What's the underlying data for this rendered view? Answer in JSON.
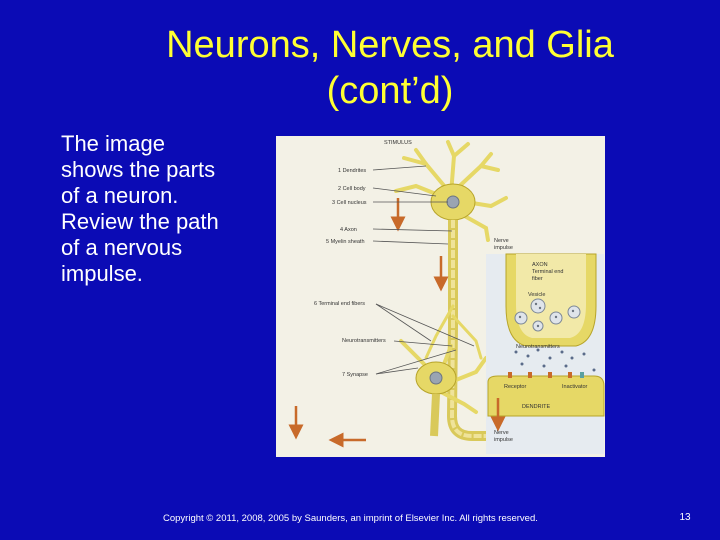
{
  "slide": {
    "title_line1": "Neurons, Nerves, and Glia",
    "title_line2": "(cont’d)",
    "body": [
      "The image",
      "shows the parts",
      "of a neuron.",
      "Review the path",
      "of a nervous",
      "impulse."
    ],
    "footer": "Copyright © 2011, 2008, 2005 by Saunders, an imprint of Elsevier Inc. All rights reserved.",
    "page_number": "13"
  },
  "figure": {
    "labels": {
      "stimulus": "STIMULUS",
      "dendrites": "1 Dendrites",
      "cell_body": "2 Cell body",
      "cell_nucleus": "3 Cell nucleus",
      "axon": "4 Axon",
      "myelin_sheath": "5 Myelin sheath",
      "terminal_end_fibers": "6 Terminal end fibers",
      "neurotransmitters_left": "Neurotransmitters",
      "synapse": "7 Synapse",
      "nerve_impulse_top_1": "Nerve",
      "nerve_impulse_top_2": "impulse",
      "axon_terminal_1": "AXON",
      "axon_terminal_2": "Terminal end",
      "axon_terminal_3": "fiber",
      "vesicle": "Vesicle",
      "neurotransmitters_right": "Neurotransmitters",
      "receptor": "Receptor",
      "inactivator": "Inactivator",
      "dendrite": "DENDRITE",
      "nerve_impulse_bottom_1": "Nerve",
      "nerve_impulse_bottom_2": "impulse"
    },
    "colors": {
      "background": "#f3f1e6",
      "neuron": "#e6d866",
      "neuron_outline": "#b7a42a",
      "nucleus": "#9aa4b2",
      "arrow": "#c86a2a",
      "inset_background": "#e6ebf0",
      "leader_line": "#555555"
    }
  }
}
